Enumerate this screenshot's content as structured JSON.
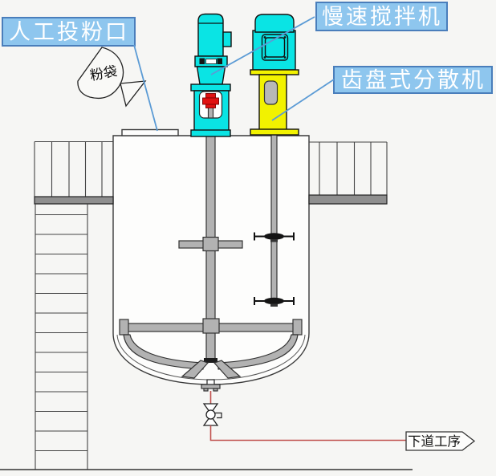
{
  "labels": {
    "feed_port": "人工投粉口",
    "powder_bag": "粉袋",
    "slow_mixer": "慢速搅拌机",
    "disc_disperser": "齿盘式分散机",
    "next_process": "下道工序"
  },
  "colors": {
    "label_fill": "#8ec6ee",
    "label_border": "#4a7ebb",
    "label_text": "#ffffff",
    "leader_line": "#5b9bd5",
    "motor_cyan": "#0ae4e4",
    "stand_yellow": "#f2f200",
    "coupling_red": "#e01212",
    "metal_gray": "#b2b2b2",
    "pipe_red": "#c0504d",
    "outline": "#111111"
  }
}
